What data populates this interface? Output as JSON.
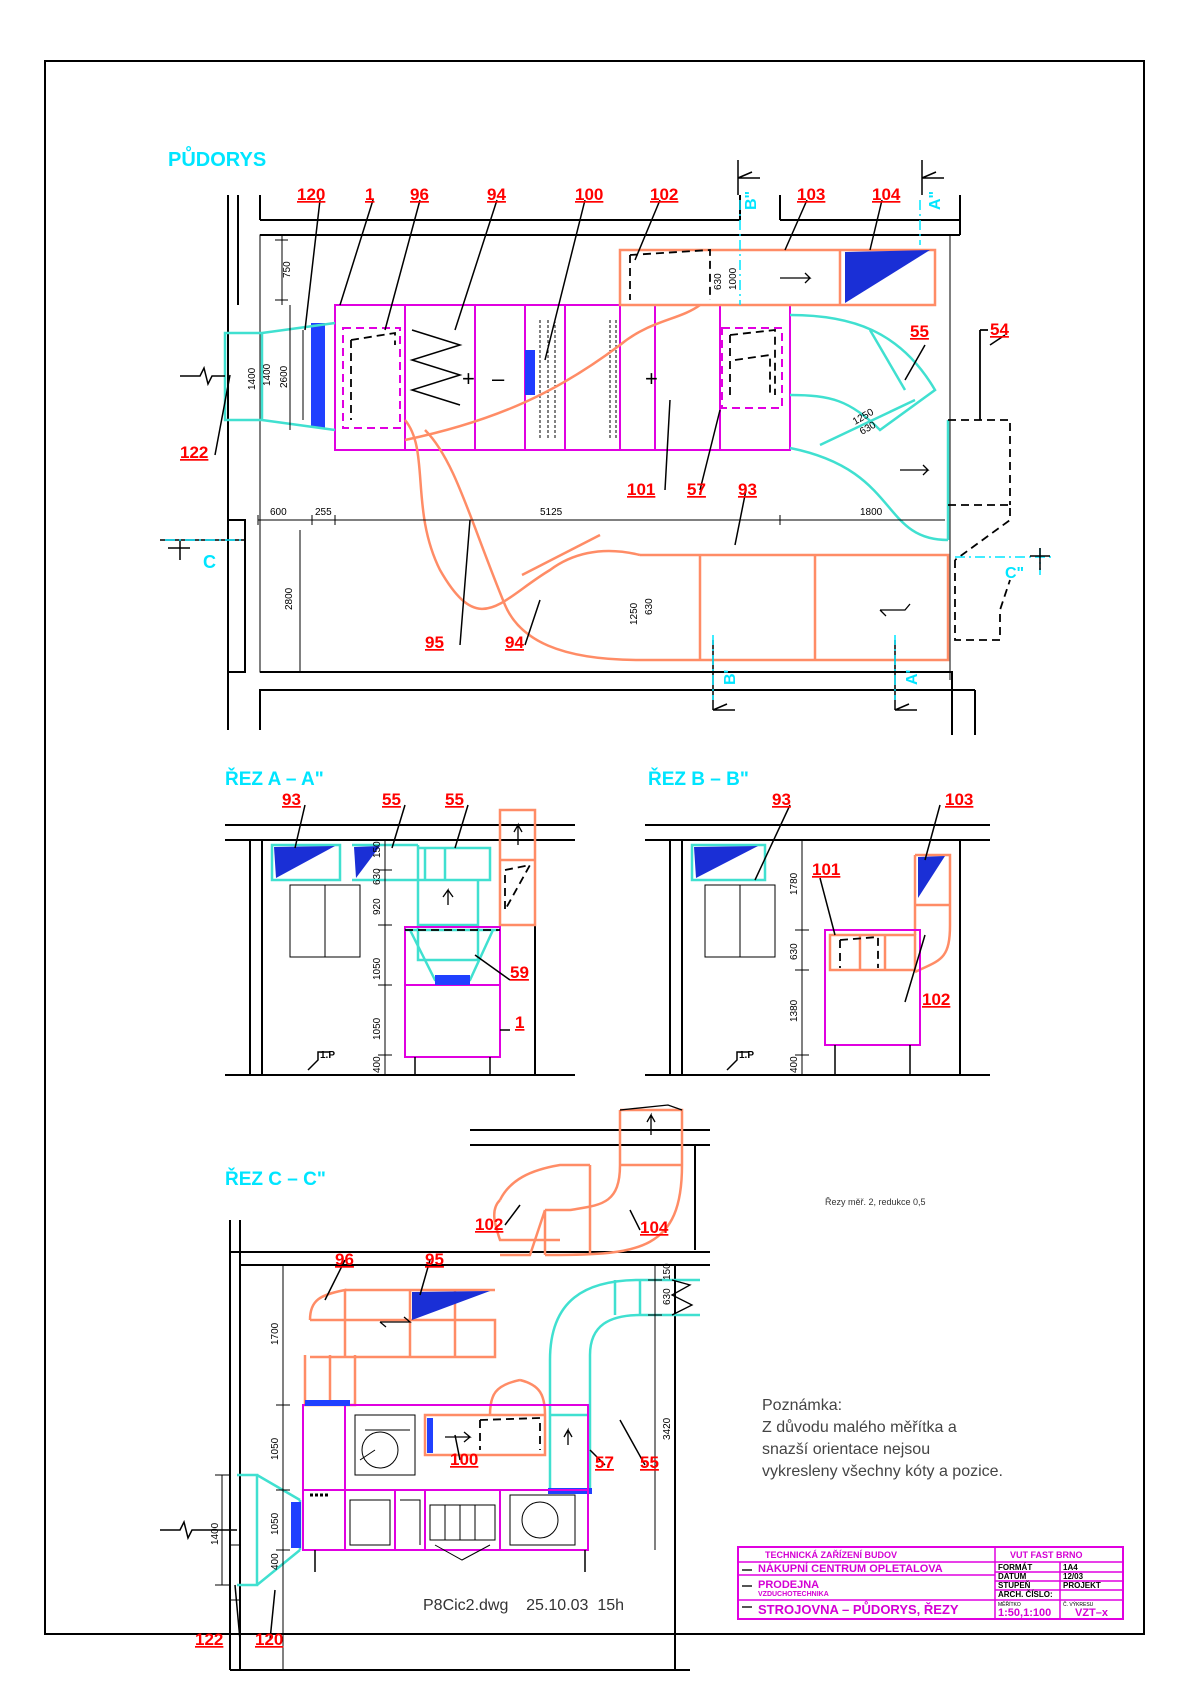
{
  "plan": {
    "title": "PŮDORYS",
    "section_marks": [
      "B\"",
      "A\"",
      "C",
      "C\"",
      "B'",
      "A'"
    ],
    "dimensions": [
      "750",
      "1000",
      "1400",
      "2600",
      "600",
      "255",
      "5125",
      "1800",
      "2800",
      "630",
      "1000",
      "1250",
      "630",
      "1250",
      "630"
    ]
  },
  "section_a": {
    "title": "ŘEZ A – A\"",
    "level_mark": "1.P",
    "dimensions": [
      "150",
      "630",
      "920",
      "1050",
      "1050",
      "400"
    ]
  },
  "section_b": {
    "title": "ŘEZ B – B\"",
    "level_mark": "1.P",
    "dimensions": [
      "1780",
      "630",
      "1380",
      "400"
    ]
  },
  "section_c": {
    "title": "ŘEZ C – C\"",
    "dimensions": [
      "1700",
      "1050",
      "1050",
      "400",
      "1400",
      "150",
      "630",
      "3420"
    ]
  },
  "positions": {
    "plan": [
      "120",
      "1",
      "96",
      "94",
      "100",
      "102",
      "103",
      "104",
      "122",
      "55",
      "54",
      "101",
      "57",
      "93",
      "95",
      "94"
    ],
    "a": [
      "93",
      "55",
      "55",
      "59",
      "1"
    ],
    "b": [
      "93",
      "103",
      "101",
      "102"
    ],
    "c": [
      "102",
      "104",
      "96",
      "95",
      "100",
      "57",
      "55",
      "122",
      "120"
    ]
  },
  "scale_note": "Řezy měř. 2, redukce 0,5",
  "note": {
    "heading": "Poznámka:",
    "lines": [
      "Z důvodu malého měřítka a",
      "snazší orientace nejsou",
      "vykresleny všechny kóty a pozice."
    ]
  },
  "footer_file": "P8Cic2.dwg    25.10.03  15h",
  "title_block": {
    "subject": "TECHNICKÁ ZAŘÍZENÍ BUDOV",
    "school": "VUT FAST BRNO",
    "project": "NÁKUPNÍ CENTRUM OPLETALOVA",
    "part": "PRODEJNA",
    "part_sub": "VZDUCHOTECHNIKA",
    "drawing": "STROJOVNA – PŮDORYS, ŘEZY",
    "format_label": "FORMÁT",
    "format": "1A4",
    "date_label": "DATUM",
    "date": "12/03",
    "stage_label": "STUPEŇ",
    "stage": "PROJEKT",
    "arch_label": "ARCH. ČÍSLO:",
    "scale_label": "MĚŘÍTKO",
    "scale": "1:50,1:100",
    "number_label": "Č. VÝKRESU",
    "number": "VZT–x"
  },
  "colors": {
    "duct_supply": "#ff8c66",
    "duct_exhaust": "#40e0d0",
    "unit": "#e000e0",
    "labels": "#ff0000",
    "titles": "#00e5ff",
    "filter": "#0000ff"
  }
}
